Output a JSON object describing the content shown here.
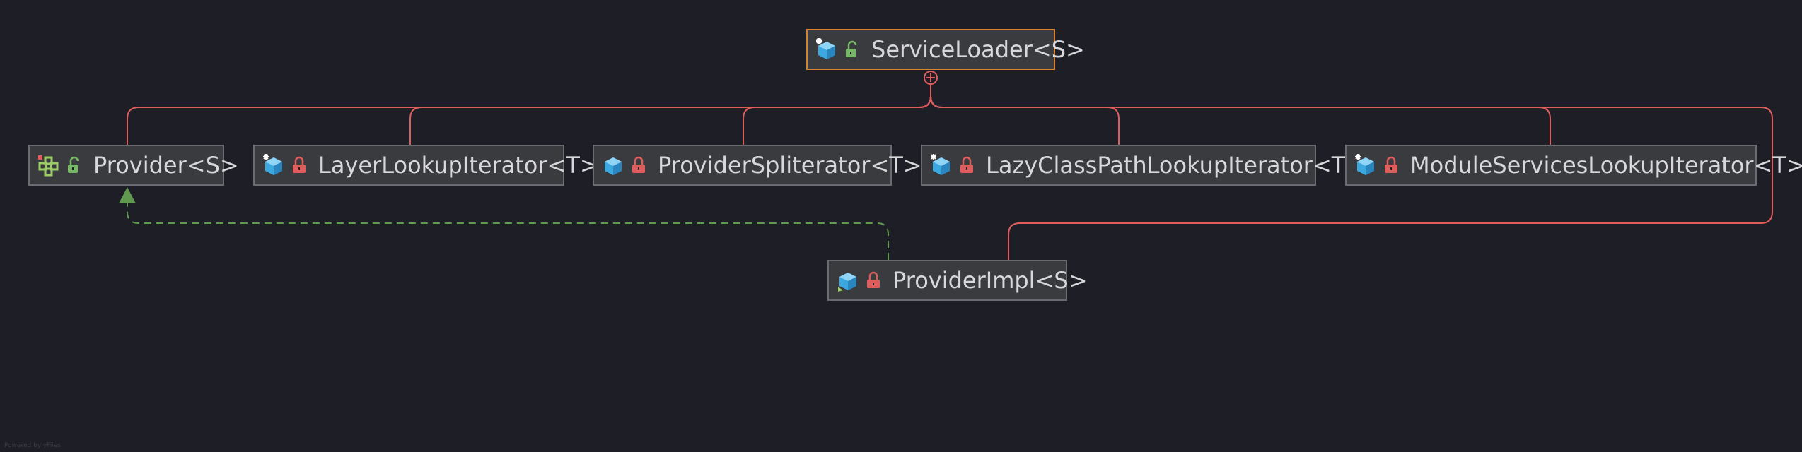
{
  "diagram": {
    "nodes": [
      {
        "id": "service-loader",
        "label": "ServiceLoader<S>",
        "kind": "class",
        "access": "public"
      },
      {
        "id": "provider",
        "label": "Provider<S>",
        "kind": "interface",
        "access": "public"
      },
      {
        "id": "layer-lookup-iterator",
        "label": "LayerLookupIterator<T>",
        "kind": "class",
        "access": "private"
      },
      {
        "id": "provider-spliterator",
        "label": "ProviderSpliterator<T>",
        "kind": "class",
        "access": "private"
      },
      {
        "id": "lazy-classpath-lookup-iterator",
        "label": "LazyClassPathLookupIterator<T>",
        "kind": "class",
        "access": "private"
      },
      {
        "id": "module-services-lookup-iterator",
        "label": "ModuleServicesLookupIterator<T>",
        "kind": "class",
        "access": "private"
      },
      {
        "id": "provider-impl",
        "label": "ProviderImpl<S>",
        "kind": "class",
        "access": "private"
      }
    ],
    "edges": [
      {
        "from": "service-loader",
        "to": "provider",
        "type": "nested"
      },
      {
        "from": "service-loader",
        "to": "layer-lookup-iterator",
        "type": "nested"
      },
      {
        "from": "service-loader",
        "to": "provider-spliterator",
        "type": "nested"
      },
      {
        "from": "service-loader",
        "to": "lazy-classpath-lookup-iterator",
        "type": "nested"
      },
      {
        "from": "service-loader",
        "to": "module-services-lookup-iterator",
        "type": "nested"
      },
      {
        "from": "service-loader",
        "to": "provider-impl",
        "type": "nested"
      },
      {
        "from": "provider-impl",
        "to": "provider",
        "type": "implements"
      }
    ],
    "colors": {
      "nested_edge": "#e05d5d",
      "implements_edge": "#5f9a4f",
      "main_border": "#d8822f",
      "node_fill": "#3a3b3f",
      "background": "#1e1f26"
    }
  },
  "footer": "Powered by yFiles"
}
